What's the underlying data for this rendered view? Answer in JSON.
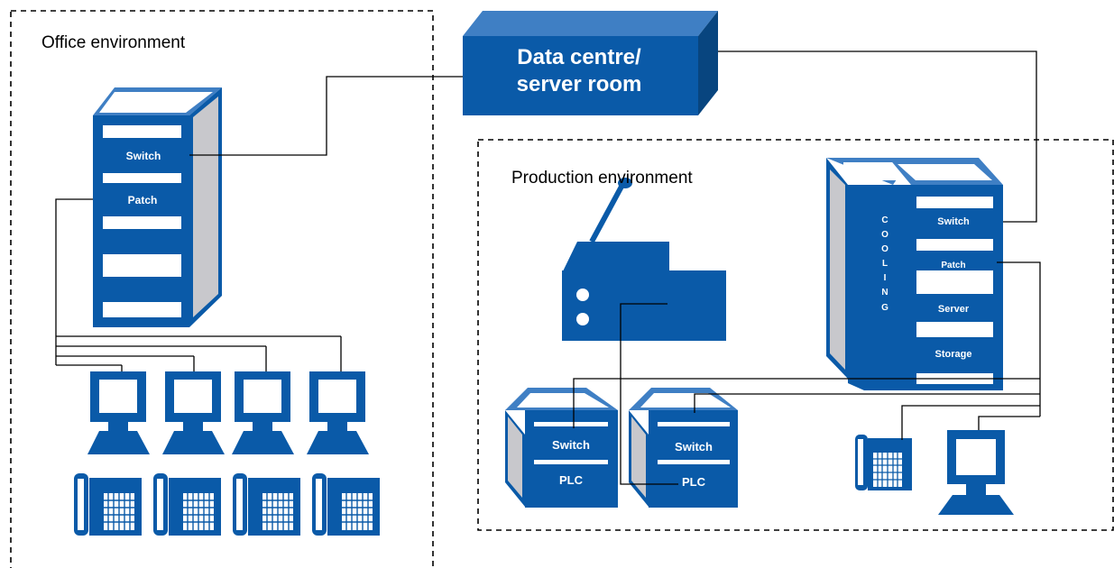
{
  "zones": {
    "office": "Office environment",
    "production": "Production environment"
  },
  "datacentre": {
    "line1": "Data centre/",
    "line2": "server room"
  },
  "office_rack": {
    "slot1": "Switch",
    "slot2": "Patch"
  },
  "prod_rack": {
    "cooling": [
      "C",
      "O",
      "O",
      "L",
      "I",
      "N",
      "G"
    ],
    "slot1": "Switch",
    "slot2": "Patch",
    "slot3": "Server",
    "slot4": "Storage"
  },
  "plc_boxes": [
    {
      "top": "Switch",
      "bottom": "PLC"
    },
    {
      "top": "Switch",
      "bottom": "PLC"
    }
  ],
  "colors": {
    "blue": "#0a5aa8",
    "blue_dark": "#08457f",
    "blue_light": "#3f7fc4",
    "side_gray": "#c8c8cc"
  }
}
